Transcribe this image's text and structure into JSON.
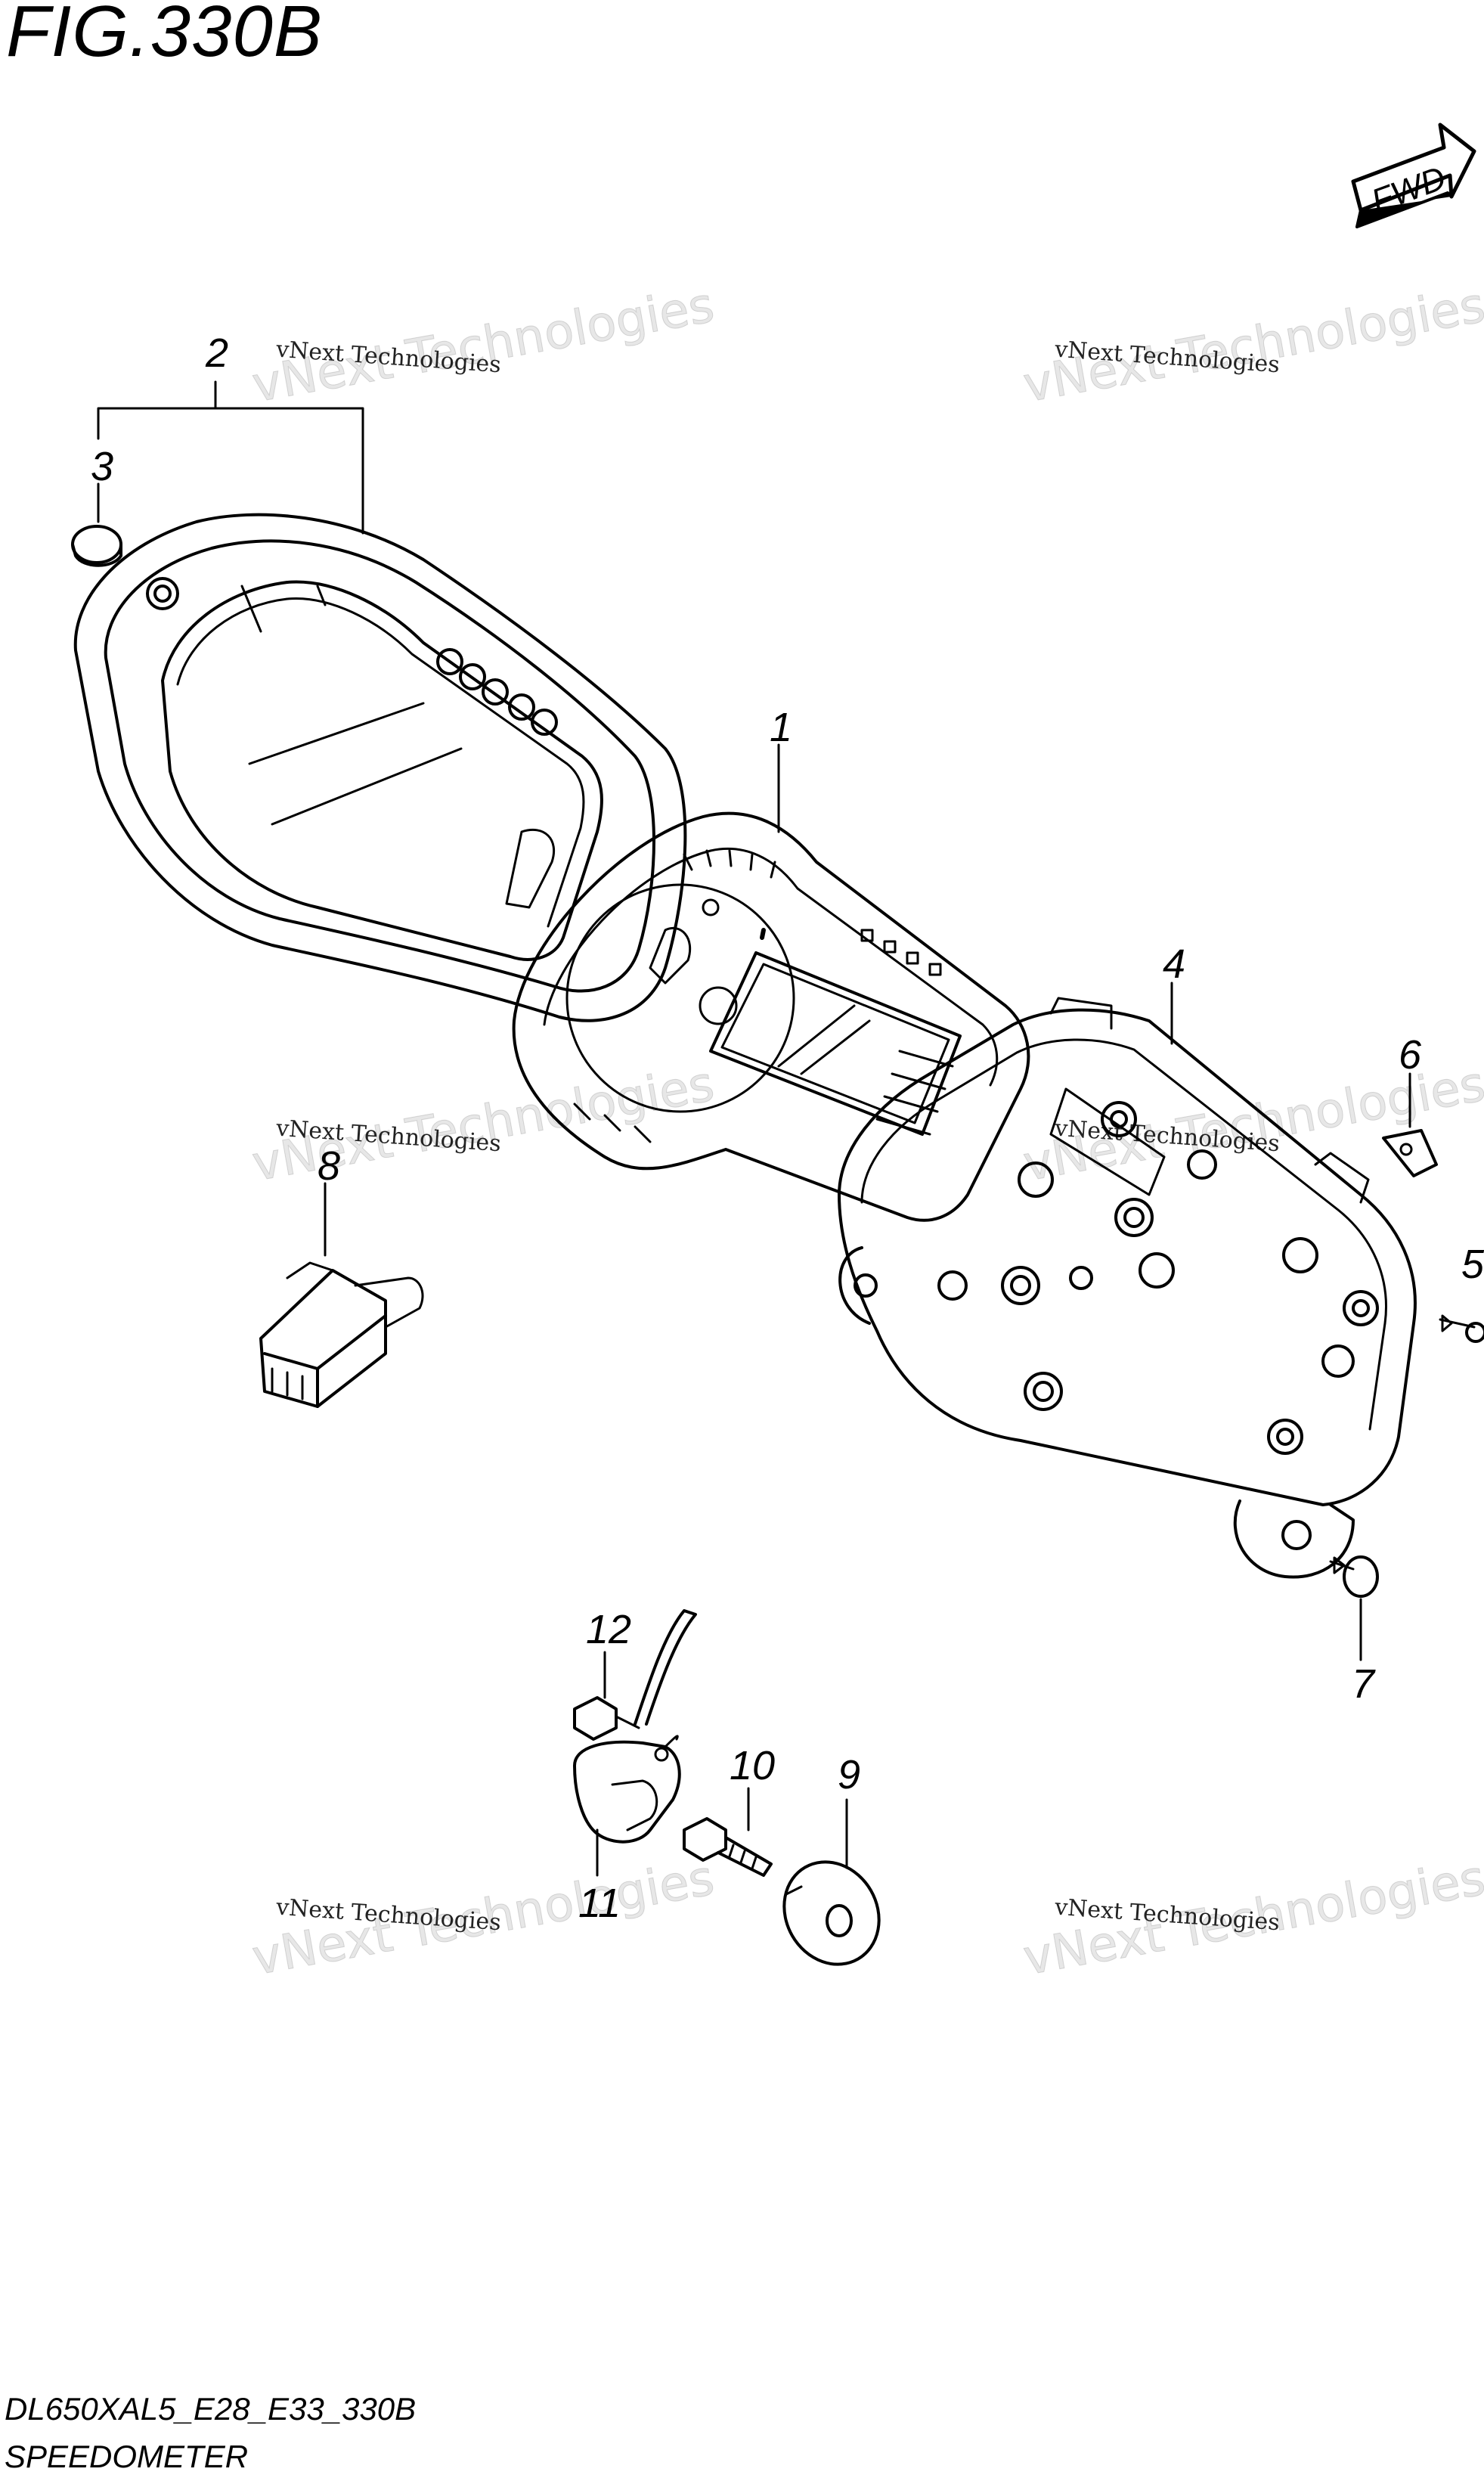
{
  "figure": {
    "title": "FIG.330B",
    "model_code": "DL650XAL5_E28_E33_330B",
    "section_name": "SPEEDOMETER",
    "forward_label": "FWD"
  },
  "watermark": {
    "small_text": "vNext Technologies",
    "large_line1": "vNext",
    "large_line2": "Technologies"
  },
  "callouts": [
    "1",
    "2",
    "3",
    "4",
    "5",
    "6",
    "7",
    "8",
    "9",
    "10",
    "11",
    "12"
  ],
  "colors": {
    "line": "#000000",
    "background": "#ffffff"
  }
}
